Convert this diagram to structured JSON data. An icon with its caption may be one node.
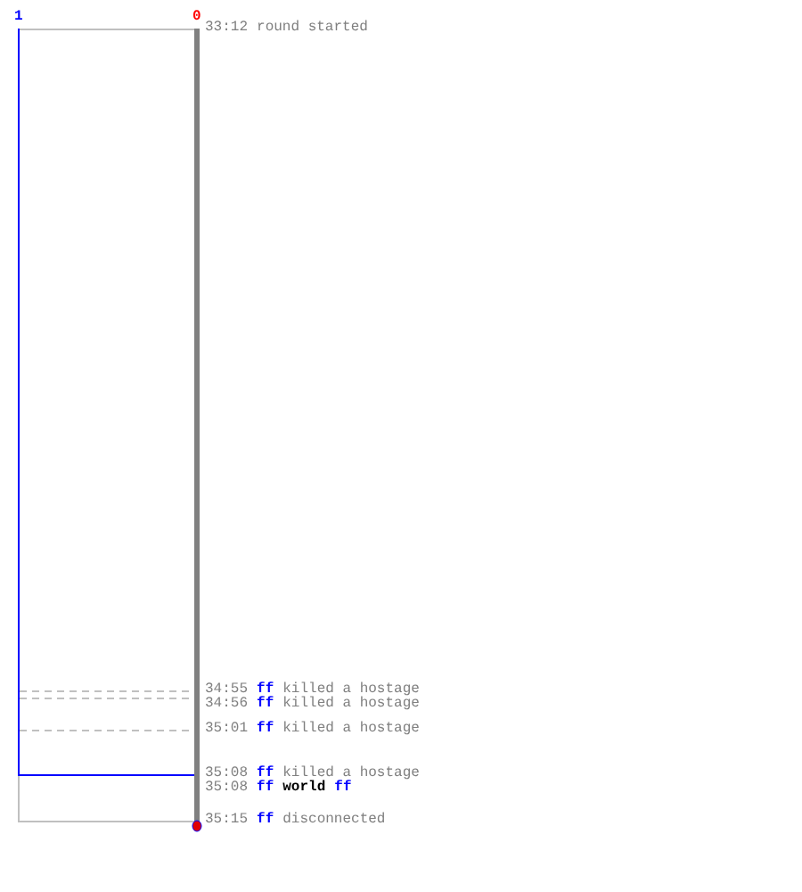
{
  "diagram": {
    "labels": [
      "1",
      "0",
      "33:12",
      "round started",
      "34:55",
      "ff",
      "killed a hostage",
      "34:56",
      "ff",
      "killed a hostage",
      "35:01",
      "ff",
      "killed a hostage",
      "35:08",
      "ff",
      "killed a hostage",
      "35:08",
      "ff",
      "world",
      "ff",
      "35:15",
      "ff",
      "disconnected"
    ]
  }
}
